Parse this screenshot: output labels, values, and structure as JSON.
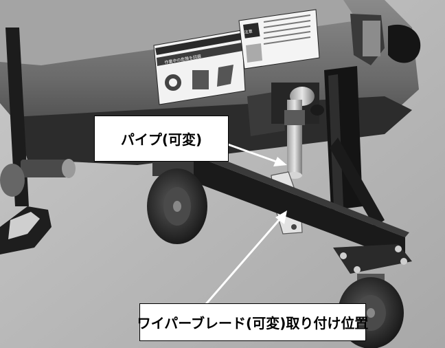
{
  "labels": {
    "pipe": "パイプ(可変)",
    "wiper_blade_position": "ワイパーブレード(可変)取り付け位置"
  },
  "decals": {
    "left_heading": "作業中の危険を回避",
    "right_heading": "注意"
  },
  "colors": {
    "background": "#ffffff",
    "arrow": "#ffffff",
    "callout_border": "#000000",
    "machine_dark": "#2a2a2a",
    "machine_body": "#6e6e6e"
  }
}
